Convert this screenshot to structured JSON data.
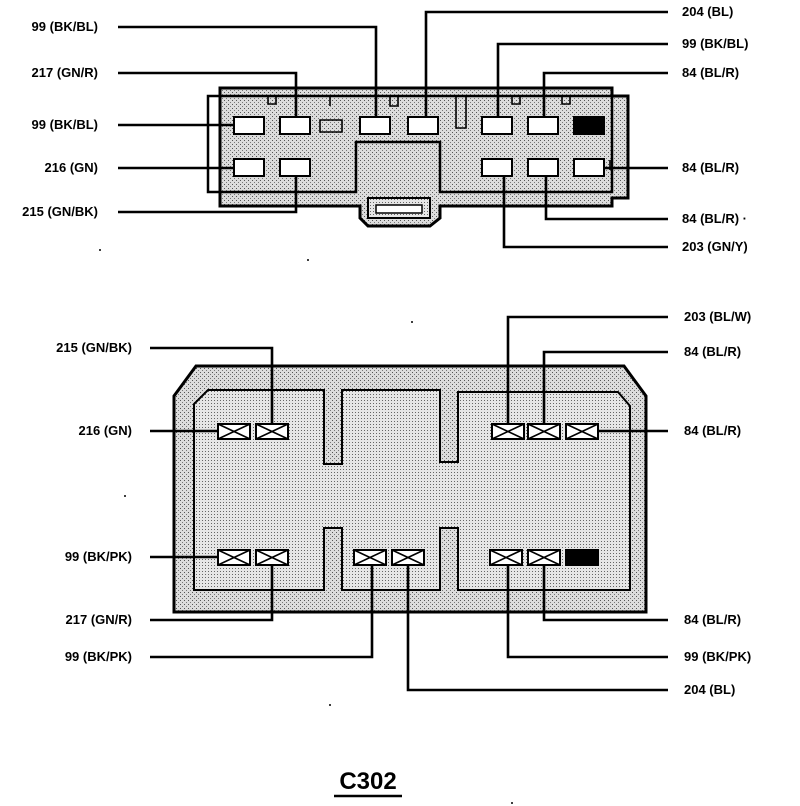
{
  "connector": {
    "title": "C302"
  },
  "top_connector": {
    "left_labels": [
      "99 (BK/BL)",
      "217 (GN/R)",
      "99 (BK/BL)",
      "216 (GN)",
      "215 (GN/BK)"
    ],
    "right_labels": [
      "204 (BL)",
      "99 (BK/BL)",
      "84 (BL/R)",
      "84 (BL/R)",
      "84 (BL/R) ·",
      "203 (GN/Y)"
    ]
  },
  "bottom_connector": {
    "left_labels": [
      "215 (GN/BK)",
      "216 (GN)",
      "99 (BK/PK)",
      "217 (GN/R)",
      "99 (BK/PK)"
    ],
    "right_labels": [
      "203 (BL/W)",
      "84 (BL/R)",
      "84 (BL/R)",
      "84 (BL/R)",
      "99 (BK/PK)",
      "204 (BL)"
    ]
  }
}
